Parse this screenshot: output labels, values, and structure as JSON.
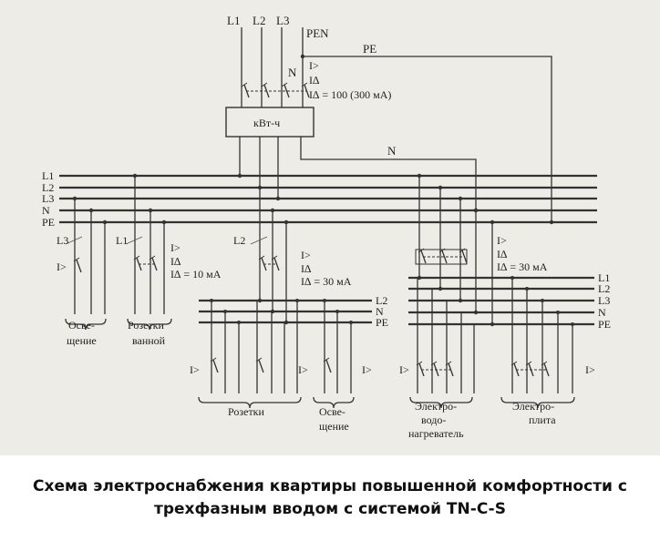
{
  "labels": {
    "input_phases": [
      "L1",
      "L2",
      "L3"
    ],
    "pen": "PEN",
    "pe_top": "PE",
    "n_main": "N",
    "n_after_meter": "N",
    "main_breaker": [
      "I>",
      "I∆",
      "I∆ = 100 (300 мА)"
    ],
    "meter": "кВт-ч",
    "bus_main": [
      "L1",
      "L2",
      "L3",
      "N",
      "PE"
    ],
    "lighting_phase": "L3",
    "lighting_breaker": "I>",
    "lighting_label": [
      "Осве-",
      "щение"
    ],
    "bath_phase": "L1",
    "bath_rcd": [
      "I>",
      "I∆",
      "I∆ = 10 мА"
    ],
    "bath_label": [
      "Розетки",
      "ванной"
    ],
    "group2_phase": "L2",
    "group2_rcd": [
      "I>",
      "I∆",
      "I∆ = 30 мА"
    ],
    "bus_group2": [
      "L2",
      "N",
      "PE"
    ],
    "group2_breakers": [
      "I>",
      "I>",
      "I>"
    ],
    "sockets_label": "Розетки",
    "group2_lighting_label": [
      "Осве-",
      "щение"
    ],
    "group3_rcd": [
      "I>",
      "I∆",
      "I∆ = 30 мА"
    ],
    "bus_group3": [
      "L1",
      "L2",
      "L3",
      "N",
      "PE"
    ],
    "heater_breaker": "I>",
    "stove_breaker": "I>",
    "heater_label": [
      "Электро-",
      "водо-",
      "нагреватель"
    ],
    "stove_label": [
      "Электро-",
      "плита"
    ]
  },
  "caption": {
    "line1": "Схема электроснабжения квартиры повышенной комфортности с",
    "line2": "трехфазным вводом с системой TN-C-S"
  }
}
